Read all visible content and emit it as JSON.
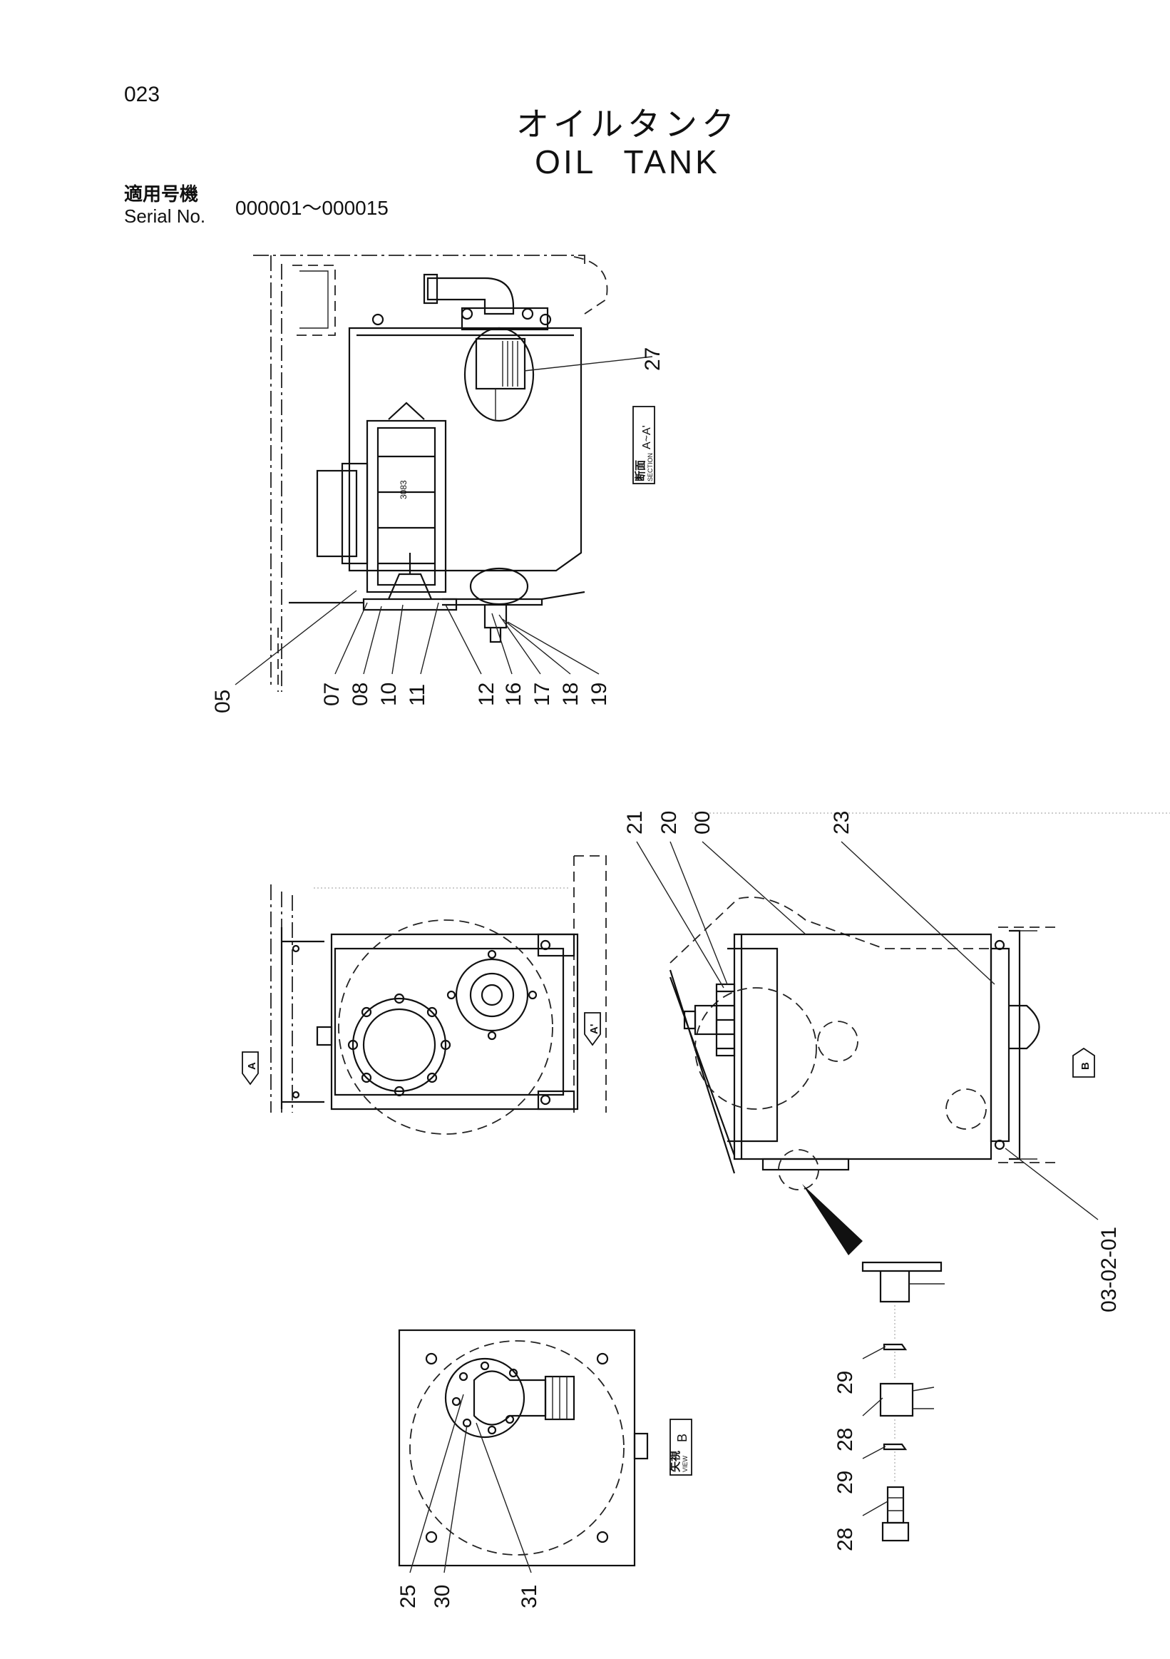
{
  "header": {
    "page_number": "023",
    "title_jp": "オイルタンク",
    "title_en": "OIL TANK",
    "serial_label_jp": "適用号機",
    "serial_label_en": "Serial No.",
    "serial_range": "000001～000015"
  },
  "tags": {
    "section": {
      "jp": "断面",
      "en": "SECTION",
      "value": "A~A'"
    },
    "view": {
      "jp": "矢視",
      "en": "VIEW",
      "value": "B"
    },
    "arrow_a": "A",
    "arrow_a_prime": "A'",
    "arrow_b": "B"
  },
  "callouts": {
    "c27": "27",
    "c05": "05",
    "c07": "07",
    "c08": "08",
    "c10": "10",
    "c11": "11",
    "c12": "12",
    "c16": "16",
    "c17": "17",
    "c18": "18",
    "c19": "19",
    "c21": "21",
    "c20": "20",
    "c00": "00",
    "c23": "23",
    "c030201": "03-02-01",
    "c29a": "29",
    "c28a": "28",
    "c29b": "29",
    "c28b": "28",
    "c25": "25",
    "c30": "30",
    "c31": "31"
  }
}
